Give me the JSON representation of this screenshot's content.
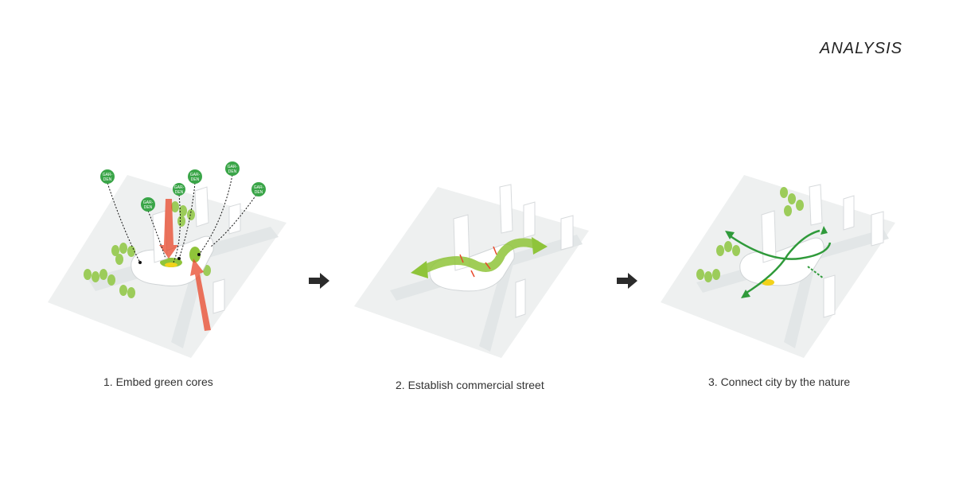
{
  "header": {
    "title": "ANALYSIS"
  },
  "steps": [
    {
      "caption": "1. Embed green cores"
    },
    {
      "caption": "2. Establish commercial street"
    },
    {
      "caption": "3. Connect city by the nature"
    }
  ],
  "garden_bubbles": [
    {
      "line1": "GAR-",
      "line2": "DEN"
    },
    {
      "line1": "GAR-",
      "line2": "DEN"
    },
    {
      "line1": "GAR-",
      "line2": "DEN"
    },
    {
      "line1": "GAR-",
      "line2": "DEN"
    },
    {
      "line1": "GAR-",
      "line2": "DEN"
    },
    {
      "line1": "GAR-",
      "line2": "DEN"
    }
  ],
  "colors": {
    "green_light": "#8fc43a",
    "green_dark": "#2f9a3a",
    "bubble": "#3aa548",
    "red_arrow": "#e8472a",
    "yellow": "#f2d21a",
    "ground": "#eef0f0",
    "road": "#dfe3e4"
  },
  "icons": {
    "step_arrow": "right-arrow-icon"
  }
}
